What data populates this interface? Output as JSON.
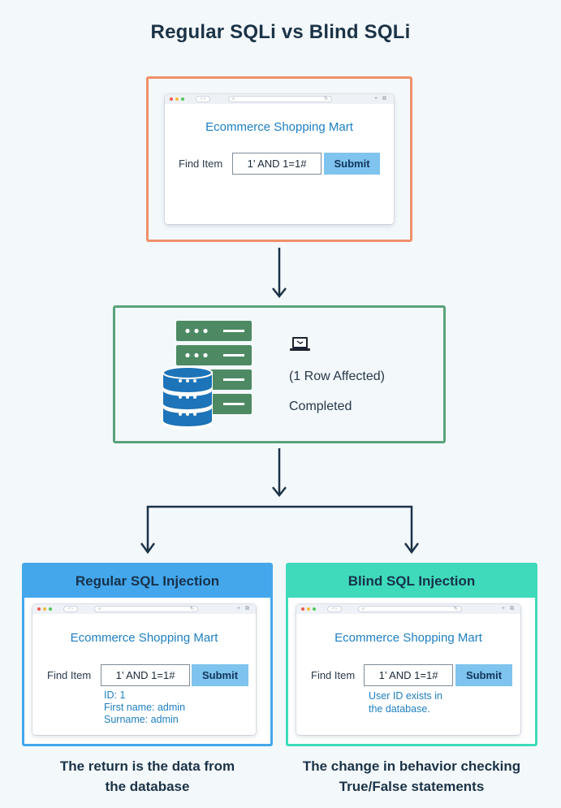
{
  "title": "Regular SQLi vs Blind SQLi",
  "top_browser": {
    "shop_name": "Ecommerce Shopping Mart",
    "find_label": "Find Item",
    "input_value": "1’ AND 1=1#",
    "submit_label": "Submit"
  },
  "database_panel": {
    "row_affected": "(1 Row Affected)",
    "completed": "Completed"
  },
  "regular_panel": {
    "header": "Regular SQL Injection",
    "shop_name": "Ecommerce Shopping Mart",
    "find_label": "Find Item",
    "input_value": "1’ AND 1=1#",
    "submit_label": "Submit",
    "result_lines": [
      "ID: 1",
      "First name: admin",
      "Surname: admin"
    ],
    "caption_lines": [
      "The return is the data from",
      "the database"
    ]
  },
  "blind_panel": {
    "header": "Blind SQL Injection",
    "shop_name": "Ecommerce Shopping Mart",
    "find_label": "Find Item",
    "input_value": "1’ AND 1=1#",
    "submit_label": "Submit",
    "result_lines": [
      "User ID exists in",
      "the database."
    ],
    "caption_lines": [
      "The change in behavior checking",
      "True/False statements"
    ]
  },
  "colors": {
    "orange_border": "#f0916a",
    "green_border": "#5aa27a",
    "blue_header": "#44a7ec",
    "teal_header": "#3fdabb",
    "server_green": "#4d8a64",
    "db_blue": "#1d74b8",
    "arrow": "#1b3347"
  },
  "icons": [
    "laptop-icon",
    "server-icon",
    "database-icon",
    "arrow-down-icon"
  ]
}
